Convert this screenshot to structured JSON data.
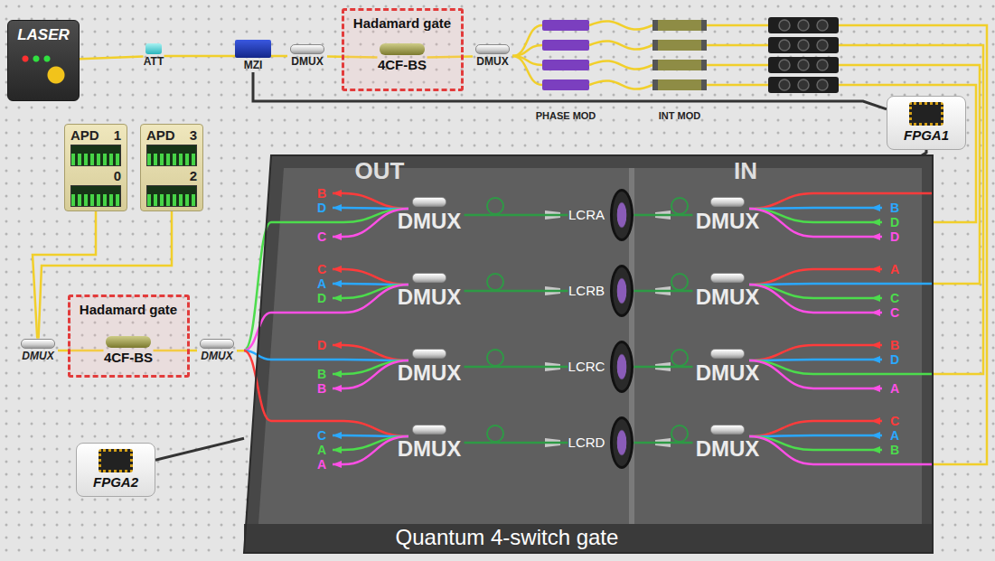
{
  "diagram": {
    "nodes": [
      {
        "text": [
          "LASER"
        ]
      },
      {
        "text": [
          "ATT"
        ]
      },
      {
        "text": [
          "MZI"
        ]
      },
      {
        "text": [
          "DMUX"
        ]
      },
      {
        "text": [
          "Hadamard gate"
        ]
      },
      {
        "text": [
          "4CF-BS"
        ],
        "in": 4
      },
      {
        "text": [
          "DMUX"
        ]
      },
      {
        "text": [
          "FPGA1"
        ]
      },
      {
        "text": [
          "APD",
          "1",
          "0"
        ]
      },
      {
        "text": [
          "APD",
          "3",
          "2"
        ]
      },
      {
        "text": [
          "DMUX"
        ]
      },
      {
        "text": [
          "Hadamard gate"
        ]
      },
      {
        "text": [
          "4CF-BS"
        ],
        "in": 11
      },
      {
        "text": [
          "DMUX"
        ]
      },
      {
        "text": [
          "FPGA2"
        ]
      },
      {
        "text": [
          "Quantum 4-switch gate"
        ]
      },
      {
        "text": [
          "DMUX"
        ],
        "in": 15
      },
      {
        "text": [
          "DMUX"
        ],
        "in": 15
      },
      {
        "text": [
          "DMUX"
        ],
        "in": 15
      },
      {
        "text": [
          "DMUX"
        ],
        "in": 15
      },
      {
        "text": [
          "LCRA"
        ],
        "in": 15
      },
      {
        "text": [
          "LCRB"
        ],
        "in": 15
      },
      {
        "text": [
          "LCRC"
        ],
        "in": 15
      },
      {
        "text": [
          "LCRD"
        ],
        "in": 15
      },
      {
        "text": [
          "DMUX"
        ],
        "in": 15
      },
      {
        "text": [
          "DMUX"
        ],
        "in": 15
      },
      {
        "text": [
          "DMUX"
        ],
        "in": 15
      },
      {
        "text": [
          "DMUX"
        ],
        "in": 15
      }
    ],
    "edges": [
      {
        "from": 0,
        "to": 1,
        "arrow": "none"
      },
      {
        "from": 1,
        "to": 2,
        "arrow": "none"
      },
      {
        "from": 2,
        "to": 3,
        "arrow": "none"
      },
      {
        "from": 3,
        "to": 5,
        "arrow": "none"
      },
      {
        "from": 5,
        "to": 6,
        "arrow": "none"
      },
      {
        "from": 2,
        "to": 7,
        "arrow": "none"
      },
      {
        "from": 7,
        "to": 15,
        "arrow": "none"
      },
      {
        "from": 8,
        "to": 10,
        "arrow": "none"
      },
      {
        "from": 9,
        "to": 10,
        "arrow": "none"
      },
      {
        "from": 10,
        "to": 12,
        "arrow": "none"
      },
      {
        "from": 12,
        "to": 13,
        "arrow": "none"
      },
      {
        "from": 13,
        "to": 15,
        "arrow": "none"
      },
      {
        "from": 14,
        "to": 15,
        "arrow": "none"
      },
      {
        "from": 20,
        "to": 16,
        "arrow": "none"
      },
      {
        "from": 21,
        "to": 17,
        "arrow": "none"
      },
      {
        "from": 22,
        "to": 18,
        "arrow": "none"
      },
      {
        "from": 23,
        "to": 19,
        "arrow": "none"
      },
      {
        "from": 24,
        "to": 20,
        "arrow": "none"
      },
      {
        "from": 25,
        "to": 21,
        "arrow": "none"
      },
      {
        "from": 26,
        "to": 22,
        "arrow": "none"
      },
      {
        "from": 27,
        "to": 23,
        "arrow": "none"
      }
    ],
    "labels": [
      "PHASE MOD",
      "INT MOD",
      "OUT",
      "IN",
      "B",
      "D",
      "C",
      "C",
      "A",
      "D",
      "D",
      "B",
      "B",
      "C",
      "A",
      "A",
      "B",
      "D",
      "D",
      "A",
      "C",
      "C",
      "B",
      "D",
      "A",
      "C",
      "A",
      "B"
    ]
  }
}
